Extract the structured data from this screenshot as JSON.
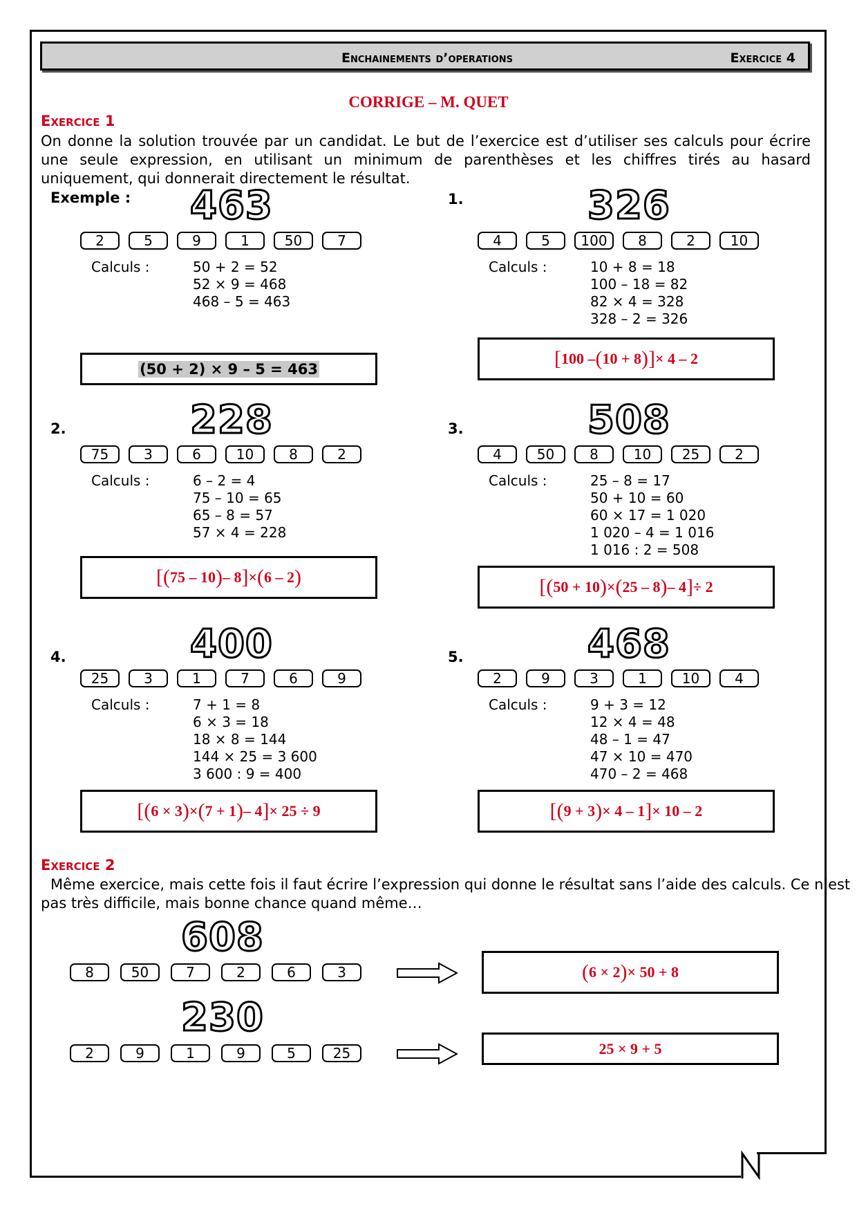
{
  "header": {
    "title": "Enchainements d’operations",
    "exercise": "Exercice 4"
  },
  "corrige": "CORRIGE – M. QUET",
  "ex1": {
    "title": "Exercice 1",
    "intro": "On donne la solution trouvée par un candidat. Le but de l’exercice est d’utiliser ses calculs pour écrire une seule expression, en utilisant un minimum de parenthèses et les chiffres tirés au hasard uniquement, qui donnerait directement le résultat.",
    "calc_label": "Calculs :",
    "example": {
      "label": "Exemple :",
      "target": "463",
      "tiles": [
        "2",
        "5",
        "9",
        "1",
        "50",
        "7"
      ],
      "lines": [
        "50 + 2 = 52",
        "52 × 9 = 468",
        "468 – 5 = 463"
      ],
      "answer": "(50 + 2) × 9 – 5 = 463"
    },
    "items": [
      {
        "label": "1.",
        "target": "326",
        "tiles": [
          "4",
          "5",
          "100",
          "8",
          "2",
          "10"
        ],
        "lines": [
          "10 + 8 = 18",
          "100 – 18 = 82",
          "82 × 4 = 328",
          "328 – 2 = 326"
        ]
      },
      {
        "label": "2.",
        "target": "228",
        "tiles": [
          "75",
          "3",
          "6",
          "10",
          "8",
          "2"
        ],
        "lines": [
          "6 – 2 = 4",
          "75 – 10 = 65",
          "65 – 8 = 57",
          "57 × 4 = 228"
        ]
      },
      {
        "label": "3.",
        "target": "508",
        "tiles": [
          "4",
          "50",
          "8",
          "10",
          "25",
          "2"
        ],
        "lines": [
          "25 – 8 = 17",
          "50 + 10 = 60",
          "60 × 17 = 1 020",
          "1 020 – 4 = 1 016",
          "1 016 : 2 = 508"
        ]
      },
      {
        "label": "4.",
        "target": "400",
        "tiles": [
          "25",
          "3",
          "1",
          "7",
          "6",
          "9"
        ],
        "lines": [
          "7 + 1 = 8",
          "6 × 3 = 18",
          "18 × 8 = 144",
          "144 × 25 = 3 600",
          "3 600 : 9 = 400"
        ]
      },
      {
        "label": "5.",
        "target": "468",
        "tiles": [
          "2",
          "9",
          "3",
          "1",
          "10",
          "4"
        ],
        "lines": [
          "9 + 3 = 12",
          "12 × 4 = 48",
          "48 – 1 = 47",
          "47 × 10 = 470",
          "470 – 2 = 468"
        ]
      }
    ],
    "answers": {
      "a1": {
        "b1": "[",
        "p1": "100 – ",
        "b2": "(",
        "p2": "10 + 8",
        "b3": ")",
        "b4": "]",
        "p3": " × 4 – 2"
      },
      "a2": {
        "b1": "[",
        "b2": "(",
        "p1": "75 – 10",
        "b3": ")",
        "p2": " – 8",
        "b4": "]",
        "p3": " × ",
        "b5": "(",
        "p4": "6 – 2",
        "b6": ")"
      },
      "a3": {
        "b1": "[",
        "b2": "(",
        "p1": "50 + 10",
        "b3": ")",
        "p2": " × ",
        "b4": "(",
        "p3": "25 – 8",
        "b5": ")",
        "p4": " – 4",
        "b6": "]",
        "p5": " ÷ 2"
      },
      "a4": {
        "b1": "[",
        "b2": "(",
        "p1": "6 × 3",
        "b3": ")",
        "p2": " × ",
        "b4": "(",
        "p3": "7 + 1",
        "b5": ")",
        "p4": " – 4",
        "b6": "]",
        "p5": " × 25 ÷ 9"
      },
      "a5": {
        "b1": "[",
        "b2": "(",
        "p1": "9 + 3",
        "b3": ")",
        "p2": " × 4 – 1",
        "b4": "]",
        "p3": " × 10 – 2"
      }
    }
  },
  "ex2": {
    "title": "Exercice 2",
    "intro_line1": "Même exercice, mais cette fois il faut écrire l’expression qui donne le résultat sans l’aide des calculs. Ce n’est",
    "intro_line2": "pas très difficile, mais bonne chance quand même…",
    "items": [
      {
        "target": "608",
        "tiles": [
          "8",
          "50",
          "7",
          "2",
          "6",
          "3"
        ]
      },
      {
        "target": "230",
        "tiles": [
          "2",
          "9",
          "1",
          "9",
          "5",
          "25"
        ],
        "answer": "25 × 9 + 5"
      }
    ],
    "a1": {
      "b1": "(",
      "p1": "6 × 2",
      "b2": ")",
      "p2": " × 50 + 8"
    }
  }
}
